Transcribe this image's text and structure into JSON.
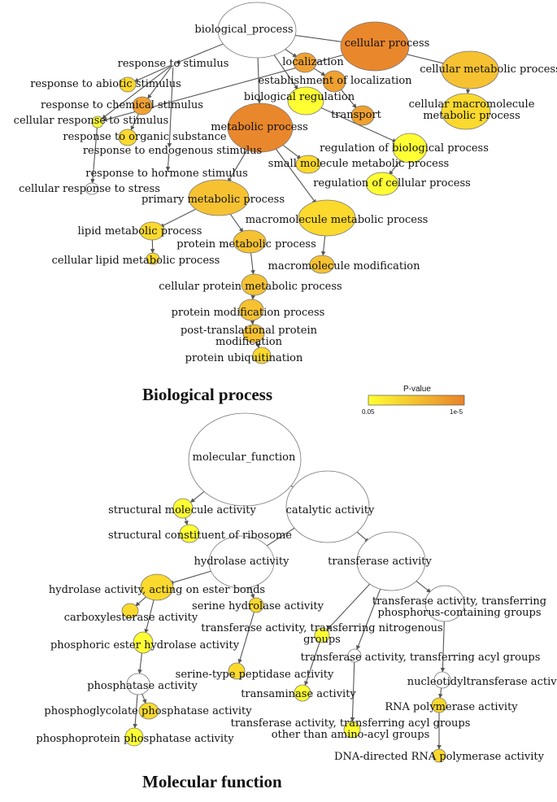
{
  "sections": {
    "bp_title": "Biological process",
    "mf_title": "Molecular function"
  },
  "legend": {
    "title": "P-value",
    "min_label": "0.05",
    "max_label": "1e-5",
    "color_low": "#ffff33",
    "color_high": "#e8822a"
  },
  "colors": {
    "white": "#ffffff",
    "yellow": "#ffff33",
    "yellow_orange": "#fbd92d",
    "light_orange": "#f6c232",
    "orange": "#efa131",
    "dark_orange": "#e9872c",
    "edge": "#555555"
  },
  "bp_nodes": [
    {
      "id": "biological_process",
      "label": "biological_process",
      "level": "white"
    },
    {
      "id": "cellular_process",
      "label": "cellular process",
      "level": "dark_orange"
    },
    {
      "id": "response_to_stimulus",
      "label": "response to stimulus",
      "level": "white"
    },
    {
      "id": "localization",
      "label": "localization",
      "level": "orange"
    },
    {
      "id": "cellular_metabolic_process",
      "label": "cellular metabolic process",
      "level": "light_orange"
    },
    {
      "id": "response_to_abiotic_stimulus",
      "label": "response to abiotic stimulus",
      "level": "yellow_orange"
    },
    {
      "id": "establishment_of_localization",
      "label": "establishment of localization",
      "level": "orange"
    },
    {
      "id": "biological_regulation",
      "label": "biological regulation",
      "level": "yellow"
    },
    {
      "id": "response_to_chemical_stimulus",
      "label": "response to chemical stimulus",
      "level": "orange"
    },
    {
      "id": "transport",
      "label": "transport",
      "level": "orange"
    },
    {
      "id": "cellular_macromolecule_metabolic_process",
      "label": "cellular macromolecule\nmetabolic process",
      "level": "yellow_orange"
    },
    {
      "id": "cellular_response_to_stimulus",
      "label": "cellular response to stimulus",
      "level": "yellow"
    },
    {
      "id": "response_to_organic_substance",
      "label": "response to organic substance",
      "level": "yellow_orange"
    },
    {
      "id": "metabolic_process",
      "label": "metabolic process",
      "level": "dark_orange"
    },
    {
      "id": "response_to_endogenous_stimulus",
      "label": "response to endogenous stimulus",
      "level": "white"
    },
    {
      "id": "regulation_of_biological_process",
      "label": "regulation of biological process",
      "level": "yellow"
    },
    {
      "id": "small_molecule_metabolic_process",
      "label": "small molecule metabolic process",
      "level": "yellow_orange"
    },
    {
      "id": "response_to_hormone_stimulus",
      "label": "response to hormone stimulus",
      "level": "white"
    },
    {
      "id": "regulation_of_cellular_process",
      "label": "regulation of cellular process",
      "level": "yellow"
    },
    {
      "id": "cellular_response_to_stress",
      "label": "cellular response to stress",
      "level": "white"
    },
    {
      "id": "primary_metabolic_process",
      "label": "primary metabolic process",
      "level": "light_orange"
    },
    {
      "id": "macromolecule_metabolic_process",
      "label": "macromolecule metabolic process",
      "level": "yellow_orange"
    },
    {
      "id": "lipid_metabolic_process",
      "label": "lipid metabolic process",
      "level": "yellow_orange"
    },
    {
      "id": "protein_metabolic_process",
      "label": "protein metabolic process",
      "level": "light_orange"
    },
    {
      "id": "cellular_lipid_metabolic_process",
      "label": "cellular lipid metabolic process",
      "level": "yellow_orange"
    },
    {
      "id": "macromolecule_modification",
      "label": "macromolecule modification",
      "level": "light_orange"
    },
    {
      "id": "cellular_protein_metabolic_process",
      "label": "cellular protein metabolic process",
      "level": "light_orange"
    },
    {
      "id": "protein_modification_process",
      "label": "protein modification process",
      "level": "light_orange"
    },
    {
      "id": "post_translational_protein_modification",
      "label": "post-translational protein\nmodification",
      "level": "light_orange"
    },
    {
      "id": "protein_ubiquitination",
      "label": "protein ubiquitination",
      "level": "yellow_orange"
    }
  ],
  "bp_edges": [
    [
      "biological_process",
      "cellular_process"
    ],
    [
      "biological_process",
      "response_to_stimulus"
    ],
    [
      "biological_process",
      "localization"
    ],
    [
      "biological_process",
      "metabolic_process"
    ],
    [
      "biological_process",
      "biological_regulation"
    ],
    [
      "cellular_process",
      "cellular_metabolic_process"
    ],
    [
      "cellular_process",
      "cellular_response_to_stimulus"
    ],
    [
      "response_to_stimulus",
      "response_to_abiotic_stimulus"
    ],
    [
      "response_to_stimulus",
      "response_to_chemical_stimulus"
    ],
    [
      "response_to_stimulus",
      "response_to_endogenous_stimulus"
    ],
    [
      "response_to_stimulus",
      "cellular_response_to_stimulus"
    ],
    [
      "localization",
      "establishment_of_localization"
    ],
    [
      "establishment_of_localization",
      "transport"
    ],
    [
      "response_to_chemical_stimulus",
      "response_to_organic_substance"
    ],
    [
      "cellular_metabolic_process",
      "cellular_macromolecule_metabolic_process"
    ],
    [
      "biological_regulation",
      "regulation_of_biological_process"
    ],
    [
      "regulation_of_biological_process",
      "regulation_of_cellular_process"
    ],
    [
      "response_to_endogenous_stimulus",
      "response_to_hormone_stimulus"
    ],
    [
      "cellular_response_to_stimulus",
      "cellular_response_to_stress"
    ],
    [
      "metabolic_process",
      "small_molecule_metabolic_process"
    ],
    [
      "metabolic_process",
      "primary_metabolic_process"
    ],
    [
      "metabolic_process",
      "macromolecule_metabolic_process"
    ],
    [
      "primary_metabolic_process",
      "lipid_metabolic_process"
    ],
    [
      "primary_metabolic_process",
      "protein_metabolic_process"
    ],
    [
      "lipid_metabolic_process",
      "cellular_lipid_metabolic_process"
    ],
    [
      "macromolecule_metabolic_process",
      "macromolecule_modification"
    ],
    [
      "protein_metabolic_process",
      "cellular_protein_metabolic_process"
    ],
    [
      "cellular_protein_metabolic_process",
      "protein_modification_process"
    ],
    [
      "protein_modification_process",
      "post_translational_protein_modification"
    ],
    [
      "post_translational_protein_modification",
      "protein_ubiquitination"
    ]
  ],
  "mf_nodes": [
    {
      "id": "molecular_function",
      "label": "molecular_function",
      "level": "white"
    },
    {
      "id": "structural_molecule_activity",
      "label": "structural molecule activity",
      "level": "yellow"
    },
    {
      "id": "catalytic_activity",
      "label": "catalytic activity",
      "level": "white"
    },
    {
      "id": "structural_constituent_of_ribosome",
      "label": "structural constituent of ribosome",
      "level": "yellow"
    },
    {
      "id": "hydrolase_activity",
      "label": "hydrolase activity",
      "level": "white"
    },
    {
      "id": "transferase_activity",
      "label": "transferase activity",
      "level": "white"
    },
    {
      "id": "hydrolase_activity_acting_on_ester_bonds",
      "label": "hydrolase activity, acting on ester bonds",
      "level": "yellow_orange"
    },
    {
      "id": "serine_hydrolase_activity",
      "label": "serine hydrolase activity",
      "level": "yellow_orange"
    },
    {
      "id": "transferase_activity_transferring_phosphorus",
      "label": "transferase activity, transferring\nphosphorus-containing groups",
      "level": "white"
    },
    {
      "id": "carboxylesterase_activity",
      "label": "carboxylesterase activity",
      "level": "yellow_orange"
    },
    {
      "id": "transferase_activity_transferring_nitrogenous_groups",
      "label": "transferase activity, transferring nitrogenous\ngroups",
      "level": "yellow"
    },
    {
      "id": "phosphoric_ester_hydrolase_activity",
      "label": "phosphoric ester hydrolase activity",
      "level": "yellow"
    },
    {
      "id": "transferase_activity_transferring_acyl_groups",
      "label": "transferase activity, transferring acyl groups",
      "level": "white"
    },
    {
      "id": "serine_type_peptidase_activity",
      "label": "serine-type peptidase activity",
      "level": "yellow_orange"
    },
    {
      "id": "nucleotidyltransferase_activity",
      "label": "nucleotidyltransferase activity",
      "level": "white"
    },
    {
      "id": "phosphatase_activity",
      "label": "phosphatase activity",
      "level": "white"
    },
    {
      "id": "transaminase_activity",
      "label": "transaminase activity",
      "level": "yellow"
    },
    {
      "id": "phosphoglycolate_phosphatase_activity",
      "label": "phosphoglycolate phosphatase activity",
      "level": "yellow_orange"
    },
    {
      "id": "rna_polymerase_activity",
      "label": "RNA polymerase activity",
      "level": "yellow_orange"
    },
    {
      "id": "transferase_activity_acyl_other_than_amino_acyl",
      "label": "transferase activity, transferring acyl groups\nother than amino-acyl groups",
      "level": "yellow"
    },
    {
      "id": "phosphoprotein_phosphatase_activity",
      "label": "phosphoprotein phosphatase activity",
      "level": "yellow"
    },
    {
      "id": "dna_directed_rna_polymerase_activity",
      "label": "DNA-directed RNA polymerase activity",
      "level": "yellow_orange"
    }
  ],
  "mf_edges": [
    [
      "molecular_function",
      "structural_molecule_activity"
    ],
    [
      "molecular_function",
      "catalytic_activity"
    ],
    [
      "structural_molecule_activity",
      "structural_constituent_of_ribosome"
    ],
    [
      "catalytic_activity",
      "hydrolase_activity"
    ],
    [
      "catalytic_activity",
      "transferase_activity"
    ],
    [
      "hydrolase_activity",
      "hydrolase_activity_acting_on_ester_bonds"
    ],
    [
      "hydrolase_activity",
      "serine_hydrolase_activity"
    ],
    [
      "hydrolase_activity_acting_on_ester_bonds",
      "carboxylesterase_activity"
    ],
    [
      "hydrolase_activity_acting_on_ester_bonds",
      "phosphoric_ester_hydrolase_activity"
    ],
    [
      "phosphoric_ester_hydrolase_activity",
      "phosphatase_activity"
    ],
    [
      "phosphatase_activity",
      "phosphoglycolate_phosphatase_activity"
    ],
    [
      "phosphatase_activity",
      "phosphoprotein_phosphatase_activity"
    ],
    [
      "serine_hydrolase_activity",
      "serine_type_peptidase_activity"
    ],
    [
      "transferase_activity",
      "transferase_activity_transferring_nitrogenous_groups"
    ],
    [
      "transferase_activity",
      "transferase_activity_transferring_acyl_groups"
    ],
    [
      "transferase_activity",
      "transferase_activity_transferring_phosphorus"
    ],
    [
      "transferase_activity_transferring_nitrogenous_groups",
      "transaminase_activity"
    ],
    [
      "transferase_activity_transferring_acyl_groups",
      "transferase_activity_acyl_other_than_amino_acyl"
    ],
    [
      "transferase_activity_transferring_phosphorus",
      "nucleotidyltransferase_activity"
    ],
    [
      "nucleotidyltransferase_activity",
      "rna_polymerase_activity"
    ],
    [
      "rna_polymerase_activity",
      "dna_directed_rna_polymerase_activity"
    ]
  ]
}
